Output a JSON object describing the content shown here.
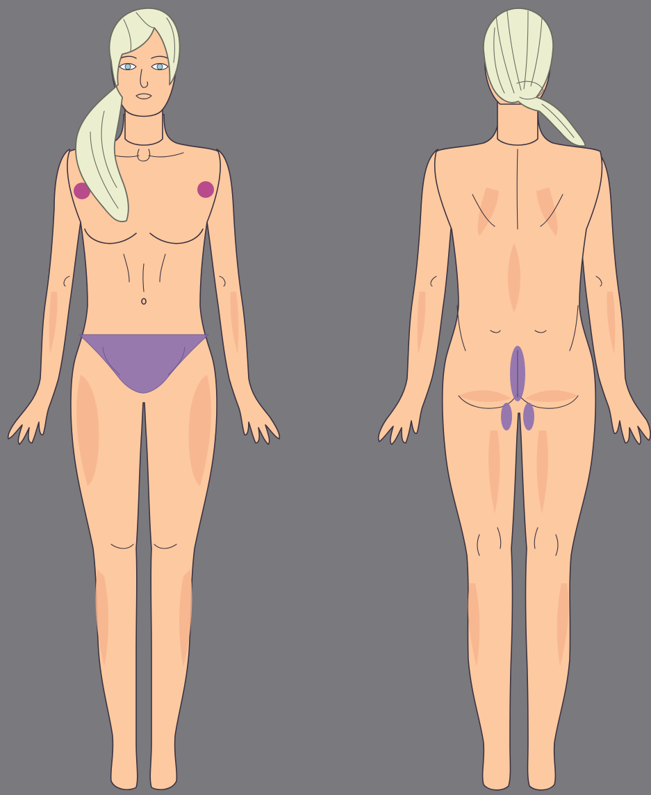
{
  "colors": {
    "background": "#7a797e",
    "skin": "#fdc9a0",
    "skin_shade": "#f6b58e",
    "outline": "#3b3342",
    "hair": "#ecefcf",
    "hair_line": "#6a6a60",
    "zone_nipple": "#b03d8a",
    "zone_bikini": "#8b6fb0",
    "eye": "#9ecdd6"
  },
  "figures": [
    {
      "view": "front"
    },
    {
      "view": "back"
    }
  ],
  "highlighted_zones": [
    {
      "figure": "front",
      "zone": "left-areola",
      "color": "#b03d8a"
    },
    {
      "figure": "front",
      "zone": "right-areola",
      "color": "#b03d8a"
    },
    {
      "figure": "front",
      "zone": "bikini-area",
      "color": "#8b6fb0"
    },
    {
      "figure": "back",
      "zone": "intergluteal-cleft",
      "color": "#8b6fb0"
    },
    {
      "figure": "back",
      "zone": "left-upper-inner-thigh",
      "color": "#8b6fb0"
    },
    {
      "figure": "back",
      "zone": "right-upper-inner-thigh",
      "color": "#8b6fb0"
    }
  ]
}
